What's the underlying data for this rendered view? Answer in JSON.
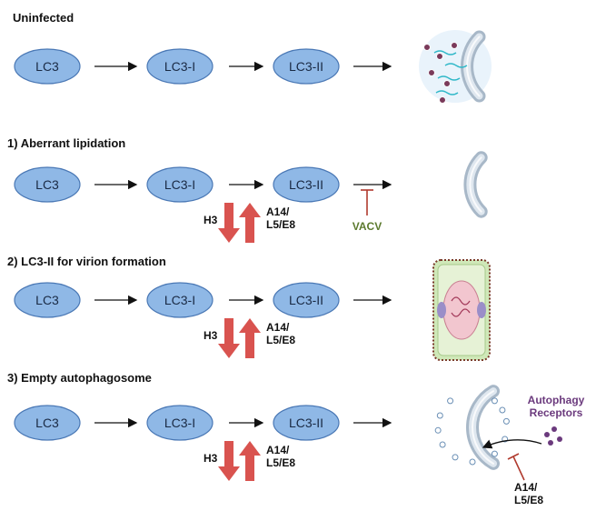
{
  "colors": {
    "node_fill": "#8fb8e6",
    "node_stroke": "#4a78b5",
    "arrow": "#111111",
    "updown_arrow": "#d9534f",
    "vacv_green": "#5c7a2e",
    "inhibit_red": "#b03a2e",
    "receptor_purple": "#6b3a7d",
    "membrane_outer": "#a8b8c8",
    "membrane_inner": "#dfe7ef"
  },
  "sections": [
    {
      "title": "Uninfected",
      "nodes": [
        "LC3",
        "LC3-I",
        "LC3-II"
      ],
      "regulators": null,
      "end_icon": "autophagosome-with-cargo-icon"
    },
    {
      "title": "1) Aberrant lipidation",
      "nodes": [
        "LC3",
        "LC3-I",
        "LC3-II"
      ],
      "regulators": {
        "down": "H3",
        "up": "A14/\nL5/E8"
      },
      "inhibitor": "VACV",
      "end_icon": "phagophore-icon"
    },
    {
      "title": "2) LC3-II for virion formation",
      "nodes": [
        "LC3",
        "LC3-I",
        "LC3-II"
      ],
      "regulators": {
        "down": "H3",
        "up": "A14/\nL5/E8"
      },
      "end_icon": "virion-icon"
    },
    {
      "title": "3) Empty autophagosome",
      "nodes": [
        "LC3",
        "LC3-I",
        "LC3-II"
      ],
      "regulators": {
        "down": "H3",
        "up": "A14/\nL5/E8"
      },
      "end_icon": "empty-autophagosome-icon",
      "receptor_label": "Autophagy\nReceptors",
      "inhibitor": "A14/\nL5/E8"
    }
  ]
}
